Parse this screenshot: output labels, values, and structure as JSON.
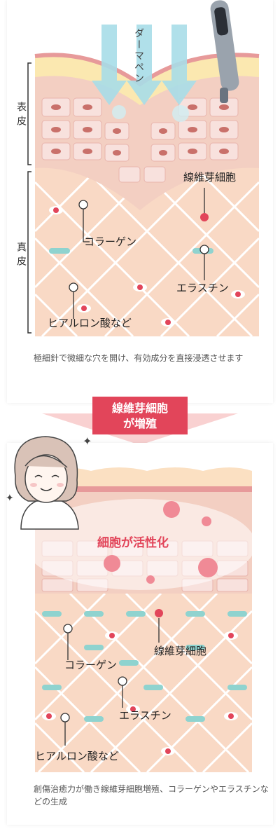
{
  "top": {
    "pen_label": "ダーマペン",
    "epidermis_label": "表皮",
    "dermis_label": "真皮",
    "fibroblast_label": "線維芽細胞",
    "collagen_label": "コラーゲン",
    "elastin_label": "エラスチン",
    "hyaluronic_label": "ヒアルロン酸など",
    "caption": "極細針で微細な穴を開け、有効成分を直接浸透させます"
  },
  "arrow_banner": {
    "line1": "線維芽細胞",
    "line2": "が増殖"
  },
  "bottom": {
    "activation_label": "細胞が活性化",
    "fibroblast_label": "線維芽細胞",
    "collagen_label": "コラーゲン",
    "elastin_label": "エラスチン",
    "hyaluronic_label": "ヒアルロン酸など",
    "caption": "創傷治癒力が働き線維芽細胞増殖、コラーゲンやエラスチンなどの生成"
  },
  "colors": {
    "skin_top": "#f7d8c9",
    "dermis_bg": "#f9d9c5",
    "accent_red": "#e2455a",
    "teal": "#8fd3cf",
    "arrow_blue": "#a8dde8"
  }
}
